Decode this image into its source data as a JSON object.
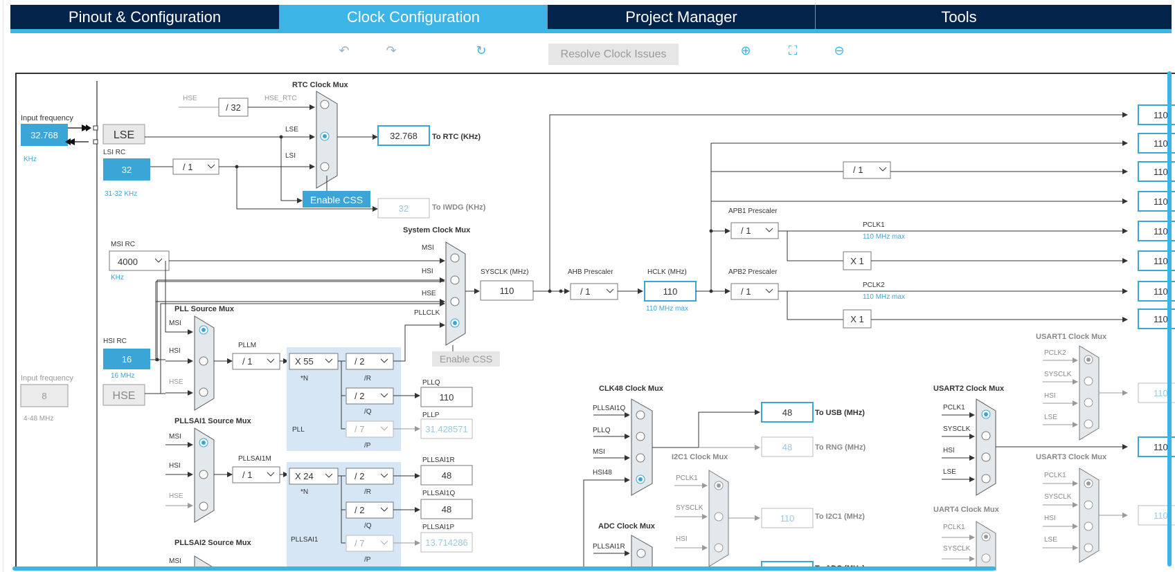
{
  "tabs": [
    {
      "label": "Pinout & Configuration",
      "active": false
    },
    {
      "label": "Clock Configuration",
      "active": true
    },
    {
      "label": "Project Manager",
      "active": false
    },
    {
      "label": "Tools",
      "active": false
    }
  ],
  "toolbar": {
    "resolve_label": "Resolve Clock Issues",
    "icons": [
      "undo-icon",
      "redo-icon",
      "refresh-icon",
      "zoom-in-icon",
      "fit-screen-icon",
      "zoom-out-icon"
    ]
  },
  "colors": {
    "accent": "#3cb4e6",
    "navy": "#03234b"
  },
  "diagram": {
    "input_freq_label": "Input frequency",
    "lse_value": "32.768",
    "lse_unit": "KHz",
    "lse_label": "LSE",
    "lsi_label": "LSI RC",
    "lsi_value": "32",
    "lsi_range": "31-32 KHz",
    "lsi_div": "/ 1",
    "hse_rtc_div": "/ 32",
    "hse_label_rtc": "HSE",
    "hse_rtc_label": "HSE_RTC",
    "rtc_mux_title": "RTC Clock Mux",
    "rtc_mux_lse": "LSE",
    "rtc_mux_lsi": "LSI",
    "to_rtc_value": "32.768",
    "to_rtc_label": "To RTC (KHz)",
    "enable_css_1": "Enable CSS",
    "to_iwdg_value": "32",
    "to_iwdg_label": "To IWDG (KHz)",
    "msi_rc_label": "MSI RC",
    "msi_value": "4000",
    "msi_unit": "KHz",
    "sysmux_title": "System Clock Mux",
    "sysmux_msi": "MSI",
    "sysmux_hsi": "HSI",
    "sysmux_hse": "HSE",
    "sysmux_pllclk": "PLLCLK",
    "sysclk_label": "SYSCLK (MHz)",
    "sysclk_value": "110",
    "ahb_label": "AHB Prescaler",
    "ahb_value": "/ 1",
    "hclk_label": "HCLK (MHz)",
    "hclk_value": "110",
    "hclk_max": "110 MHz max",
    "enable_css_2": "Enable CSS",
    "pll_source_title": "PLL Source Mux",
    "pll_src_msi": "MSI",
    "pll_src_hsi": "HSI",
    "pll_src_hse": "HSE",
    "hsi_rc_label": "HSI RC",
    "hsi_value": "16",
    "hsi_unit": "16 MHz",
    "hse_input_label": "Input frequency",
    "hse_input_value": "8",
    "hse_input_range": "4-48 MHz",
    "hse_box": "HSE",
    "pllm_label": "PLLM",
    "pllm_value": "/ 1",
    "pll_n": "X 55",
    "pll_n_label": "*N",
    "pll_r": "/ 2",
    "pll_r_label": "/R",
    "pll_q": "/ 2",
    "pll_q_label": "/Q",
    "pll_p": "/ 7",
    "pll_p_label": "/P",
    "pll_label": "PLL",
    "pllq_label": "PLLQ",
    "pllq_value": "110",
    "pllp_label": "PLLP",
    "pllp_value": "31.428571",
    "pllsai1_src_title": "PLLSAI1 Source Mux",
    "sai1_msi": "MSI",
    "sai1_hsi": "HSI",
    "sai1_hse": "HSE",
    "pllsai1m_label": "PLLSAI1M",
    "pllsai1m_value": "/ 1",
    "sai1_n": "X 24",
    "sai1_n_label": "*N",
    "sai1_r": "/ 2",
    "sai1_r_label": "/R",
    "sai1_q": "/ 2",
    "sai1_q_label": "/Q",
    "sai1_p": "/ 7",
    "sai1_p_label": "/P",
    "pllsai1_label": "PLLSAI1",
    "pllsai1r_label": "PLLSAI1R",
    "pllsai1r_value": "48",
    "pllsai1q_label": "PLLSAI1Q",
    "pllsai1q_value": "48",
    "pllsai1p_label": "PLLSAI1P",
    "pllsai1p_value": "13.714286",
    "pllsai2_src_title": "PLLSAI2 Source Mux",
    "sai2_msi": "MSI",
    "clk48_title": "CLK48 Clock Mux",
    "clk48_in1": "PLLSAI1Q",
    "clk48_in2": "PLLQ",
    "clk48_in3": "MSI",
    "clk48_in4": "HSI48",
    "to_usb_value": "48",
    "to_usb_label": "To USB (MHz)",
    "to_rng_value": "48",
    "to_rng_label": "To RNG (MHz)",
    "i2c1_title": "I2C1 Clock Mux",
    "i2c1_in1": "PCLK1",
    "i2c1_in2": "SYSCLK",
    "i2c1_in3": "HSI",
    "to_i2c1_value": "110",
    "to_i2c1_label": "To I2C1 (MHz)",
    "to_adc_label": "To ADC (MHz)",
    "adc_title": "ADC Clock Mux",
    "adc_in1": "PLLSAI1R",
    "apb1_label": "APB1 Prescaler",
    "apb1_value": "/ 1",
    "pclk1_label": "PCLK1",
    "pclk1_max": "110 MHz max",
    "x1_a": "X 1",
    "apb2_label": "APB2 Prescaler",
    "apb2_value": "/ 1",
    "pclk2_label": "PCLK2",
    "pclk2_max": "110 MHz max",
    "x1_b": "X 1",
    "div_top": "/ 1",
    "out_values": [
      "110",
      "110",
      "110",
      "110",
      "110",
      "110",
      "110",
      "110"
    ],
    "usart1_title": "USART1 Clock Mux",
    "usart1_in": [
      "PCLK2",
      "SYSCLK",
      "HSI",
      "LSE"
    ],
    "usart1_out": "110",
    "usart2_title": "USART2 Clock Mux",
    "usart2_in": [
      "PCLK1",
      "SYSCLK",
      "HSI",
      "LSE"
    ],
    "usart2_out": "110",
    "usart3_title": "USART3 Clock Mux",
    "usart3_in": [
      "PCLK1",
      "SYSCLK",
      "HSI",
      "LSE"
    ],
    "usart3_out": "110",
    "uart4_title": "UART4 Clock Mux",
    "uart4_in": [
      "PCLK1",
      "SYSCLK"
    ]
  }
}
